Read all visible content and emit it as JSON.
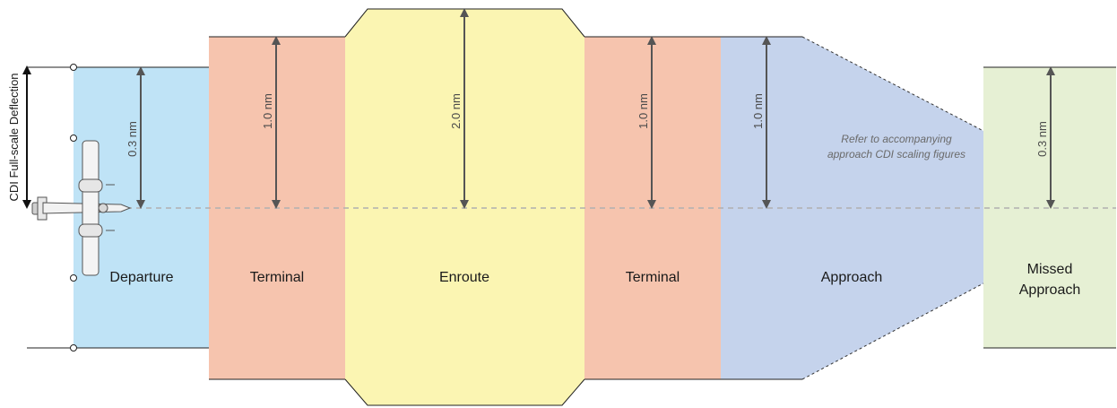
{
  "colors": {
    "departure": "#bfe3f6",
    "terminal": "#f6c4ae",
    "enroute": "#fbf5b2",
    "approach": "#c5d3ec",
    "missed": "#e6f0d4",
    "arrow": "#555555",
    "centerline": "#b0b0b0"
  },
  "axis": {
    "label": "CDI Full-scale Deflection"
  },
  "segments": [
    {
      "label": "Departure",
      "distance": "0.3 nm"
    },
    {
      "label": "Terminal",
      "distance": "1.0 nm"
    },
    {
      "label": "Enroute",
      "distance": "2.0 nm"
    },
    {
      "label": "Terminal",
      "distance": "1.0 nm"
    },
    {
      "label": "Approach",
      "distance": "1.0 nm"
    },
    {
      "label_line1": "Missed",
      "label_line2": "Approach",
      "distance": "0.3 nm"
    }
  ],
  "note": {
    "line1": "Refer to accompanying",
    "line2": "approach CDI scaling figures"
  },
  "icons": {
    "aircraft": "aircraft-top-view-icon"
  }
}
